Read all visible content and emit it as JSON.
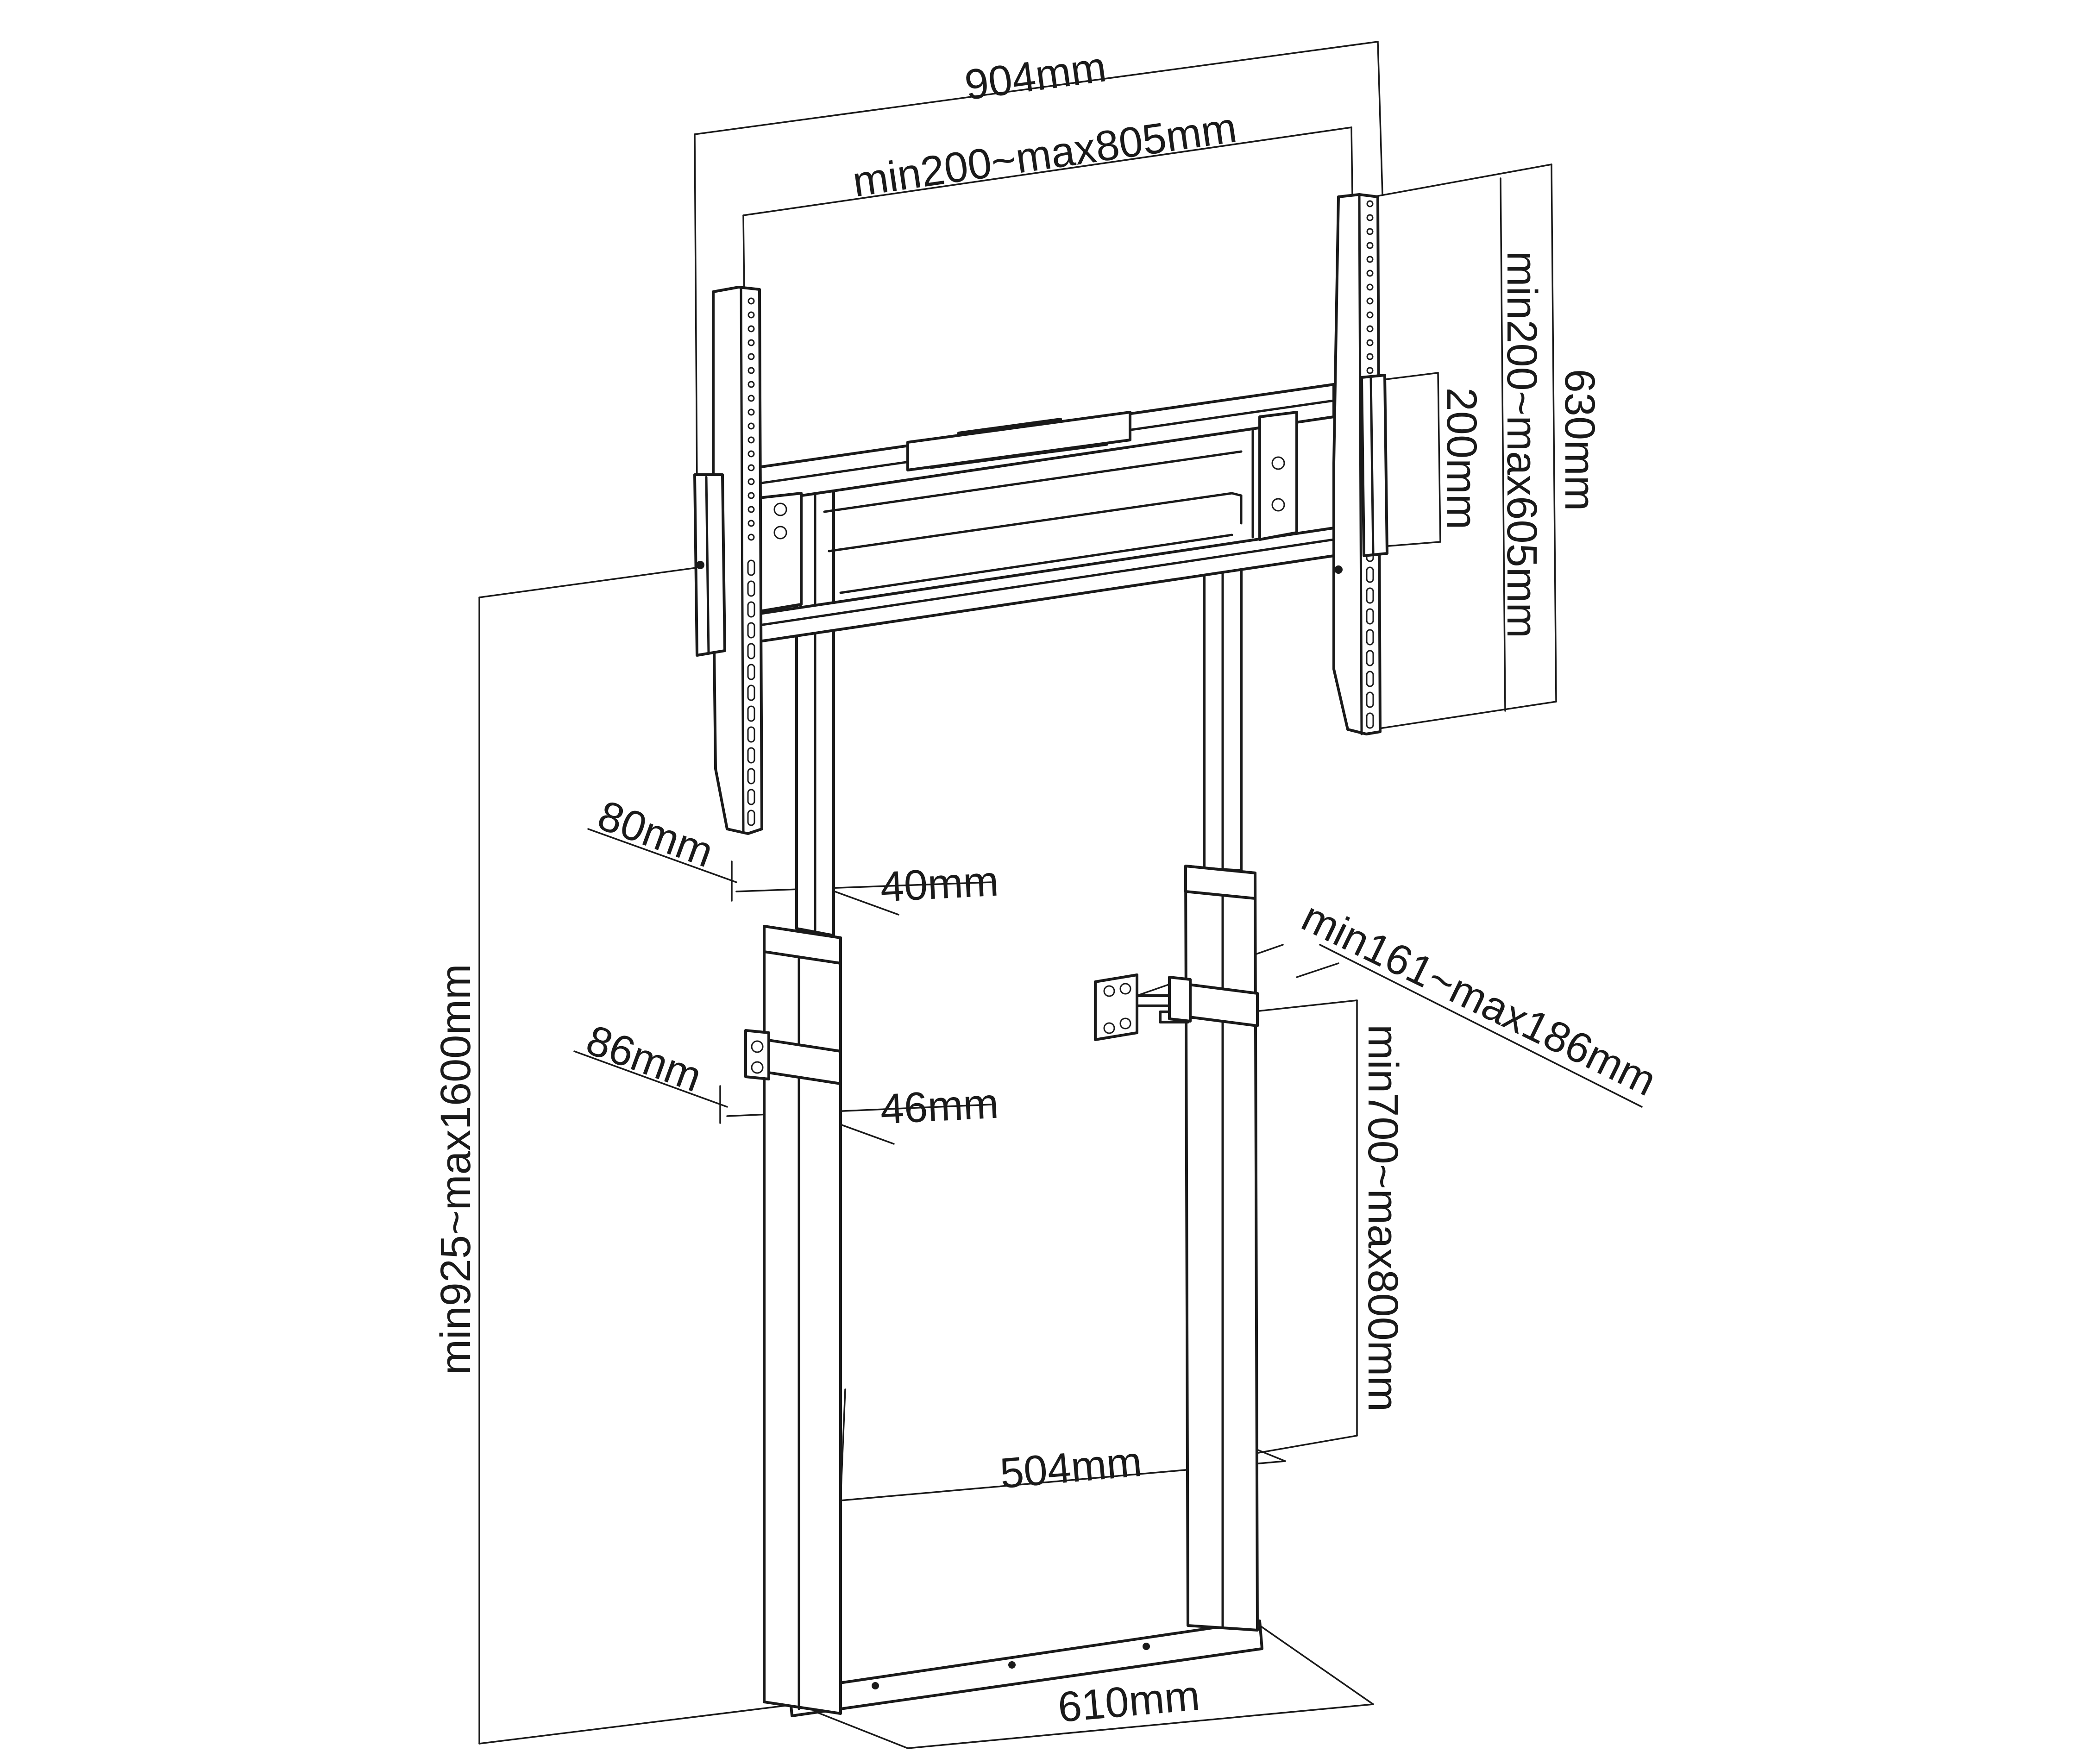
{
  "dimensions": {
    "overall_width": "904mm",
    "vesa_width": "min200~max805mm",
    "vesa_height": "min200~max605mm",
    "arm_height": "630mm",
    "rail_spacing": "200mm",
    "upper_tube_width": "80mm",
    "upper_tube_depth": "40mm",
    "lower_tube_width": "86mm",
    "lower_tube_depth": "46mm",
    "wall_bracket_depth": "min161~max186mm",
    "overall_height": "min925~max1600mm",
    "bracket_height": "min700~max800mm",
    "inner_width": "504mm",
    "base_width": "610mm"
  }
}
